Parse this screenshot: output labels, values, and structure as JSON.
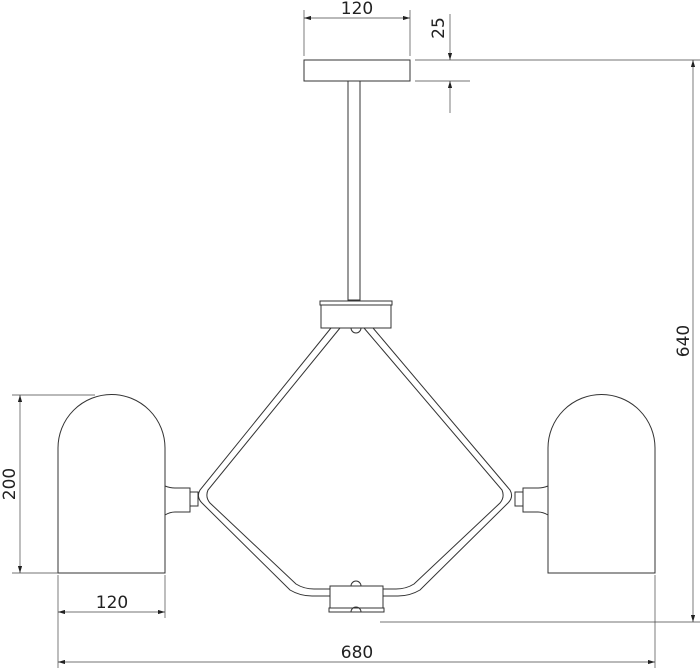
{
  "dimensions": {
    "canopy_width": "120",
    "canopy_height": "25",
    "total_height": "640",
    "shade_height": "200",
    "shade_width": "120",
    "total_width": "680"
  }
}
